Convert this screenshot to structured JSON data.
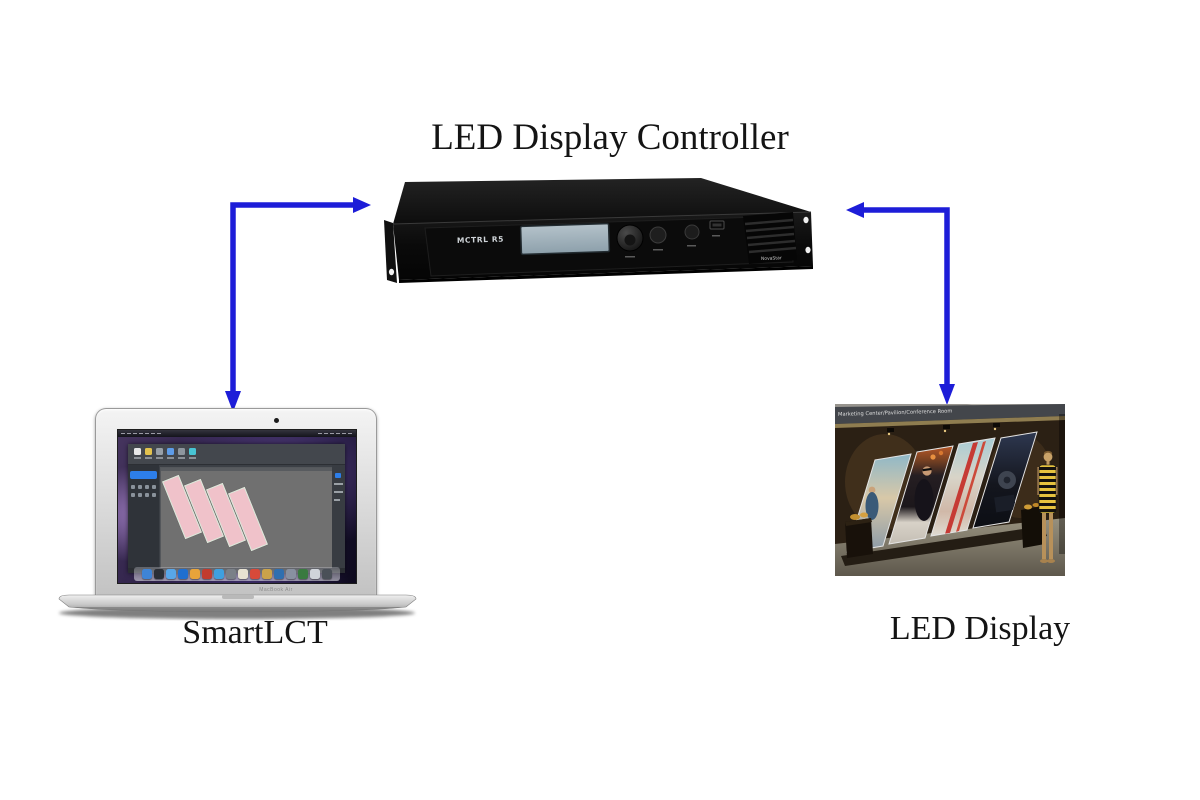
{
  "title": "LED Display Controller",
  "arrows": {
    "color": "#1d1dd8"
  },
  "controller": {
    "model_label": "MCTRL R5",
    "brand_label": "NovaStar"
  },
  "laptop": {
    "caption": "SmartLCT",
    "brand_label": "MacBook Air",
    "sidebar_accent": "#2d7ee9",
    "cabinets": {
      "count": 4,
      "color": "#f0c2ca"
    },
    "toolbar_icon_colors": [
      "#e8e8e8",
      "#e2c24e",
      "#98a0a8",
      "#5e9ce8",
      "#8e969e",
      "#48c4d4"
    ],
    "dock_icon_colors": [
      "#3f84d6",
      "#2b2f36",
      "#58a6e8",
      "#1f6fd0",
      "#e8a33a",
      "#c23b2e",
      "#3fa0e0",
      "#7a8088",
      "#e8e2d2",
      "#d84a3a",
      "#caa24a",
      "#2f6fb0",
      "#8890a0",
      "#3a7a40",
      "#d0d4da",
      "#4a5058"
    ]
  },
  "led_display": {
    "caption": "LED Display",
    "banner_text": "Marketing Center/Pavilion/Conference Room"
  }
}
